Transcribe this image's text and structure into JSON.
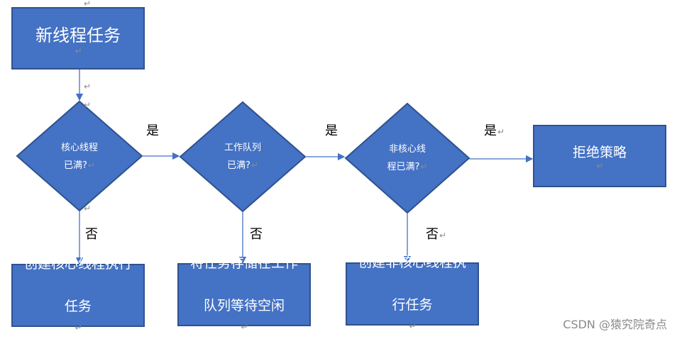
{
  "nodes": {
    "start": "新线程任务",
    "core_check_line1": "核心线程",
    "core_check_line2": "已满?",
    "queue_check_line1": "工作队列",
    "queue_check_line2": "已满?",
    "noncore_check_line1": "非核心线",
    "noncore_check_line2": "程已满?",
    "reject": "拒绝策略",
    "create_core_line1": "创建核心线程执行",
    "create_core_line2": "任务",
    "enqueue_line1": "将任务存储在工作",
    "enqueue_line2": "队列等待空闲",
    "create_noncore_line1": "创建非核心线程执",
    "create_noncore_line2": "行任务"
  },
  "edge_labels": {
    "yes_1": "是",
    "yes_2": "是",
    "yes_3": "是",
    "no_1": "否",
    "no_2": "否",
    "no_3": "否"
  },
  "paragraph_mark": "↵",
  "watermark": "CSDN @猿究院奇点",
  "colors": {
    "fill": "#4472C4",
    "border": "#2F528F",
    "connector": "#4472C4"
  }
}
